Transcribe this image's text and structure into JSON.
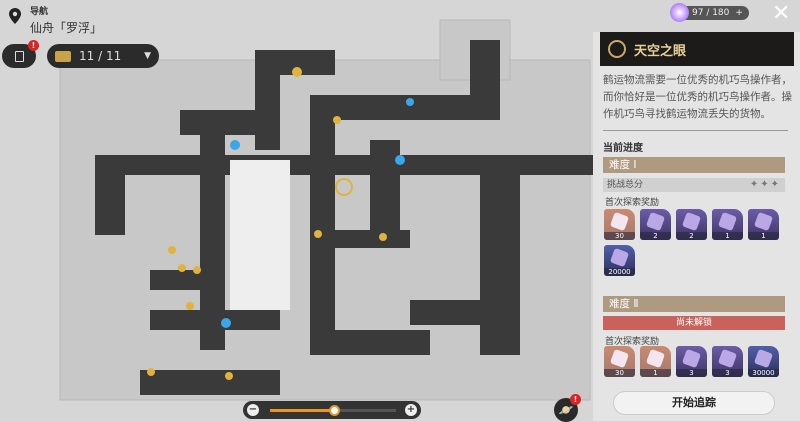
{
  "nav": {
    "label": "导航",
    "location": "仙舟「罗浮」"
  },
  "chest": {
    "count": "11 / 11",
    "badge": "!"
  },
  "stamina": {
    "value": "97 / 180",
    "plus": "+"
  },
  "panel": {
    "title": "天空之眼",
    "description": "鹤运物流需要一位优秀的机巧鸟操作者，而你恰好是一位优秀的机巧鸟操作者。操作机巧鸟寻找鹤运物流丢失的货物。",
    "progress_heading": "当前进度",
    "difficulty1": {
      "label": "难度 Ⅰ",
      "score_label": "挑战总分",
      "stars": "✦✦✦",
      "rewards_label": "首次探索奖励",
      "rewards": [
        {
          "count": "30",
          "style": "gold"
        },
        {
          "count": "2",
          "style": "purple"
        },
        {
          "count": "2",
          "style": "purple"
        },
        {
          "count": "1",
          "style": "purple"
        },
        {
          "count": "1",
          "style": "purple"
        },
        {
          "count": "20000",
          "style": "blue"
        }
      ]
    },
    "difficulty2": {
      "label": "难度 Ⅱ",
      "locked": "尚未解锁",
      "rewards_label": "首次探索奖励",
      "rewards": [
        {
          "count": "30",
          "style": "gold"
        },
        {
          "count": "1",
          "style": "gold"
        },
        {
          "count": "3",
          "style": "purple"
        },
        {
          "count": "3",
          "style": "purple"
        },
        {
          "count": "30000",
          "style": "blue"
        }
      ]
    },
    "start_button": "开始追踪"
  },
  "zoom": {
    "minus": "−",
    "plus": "+",
    "level": 0.51
  },
  "alert": "!"
}
